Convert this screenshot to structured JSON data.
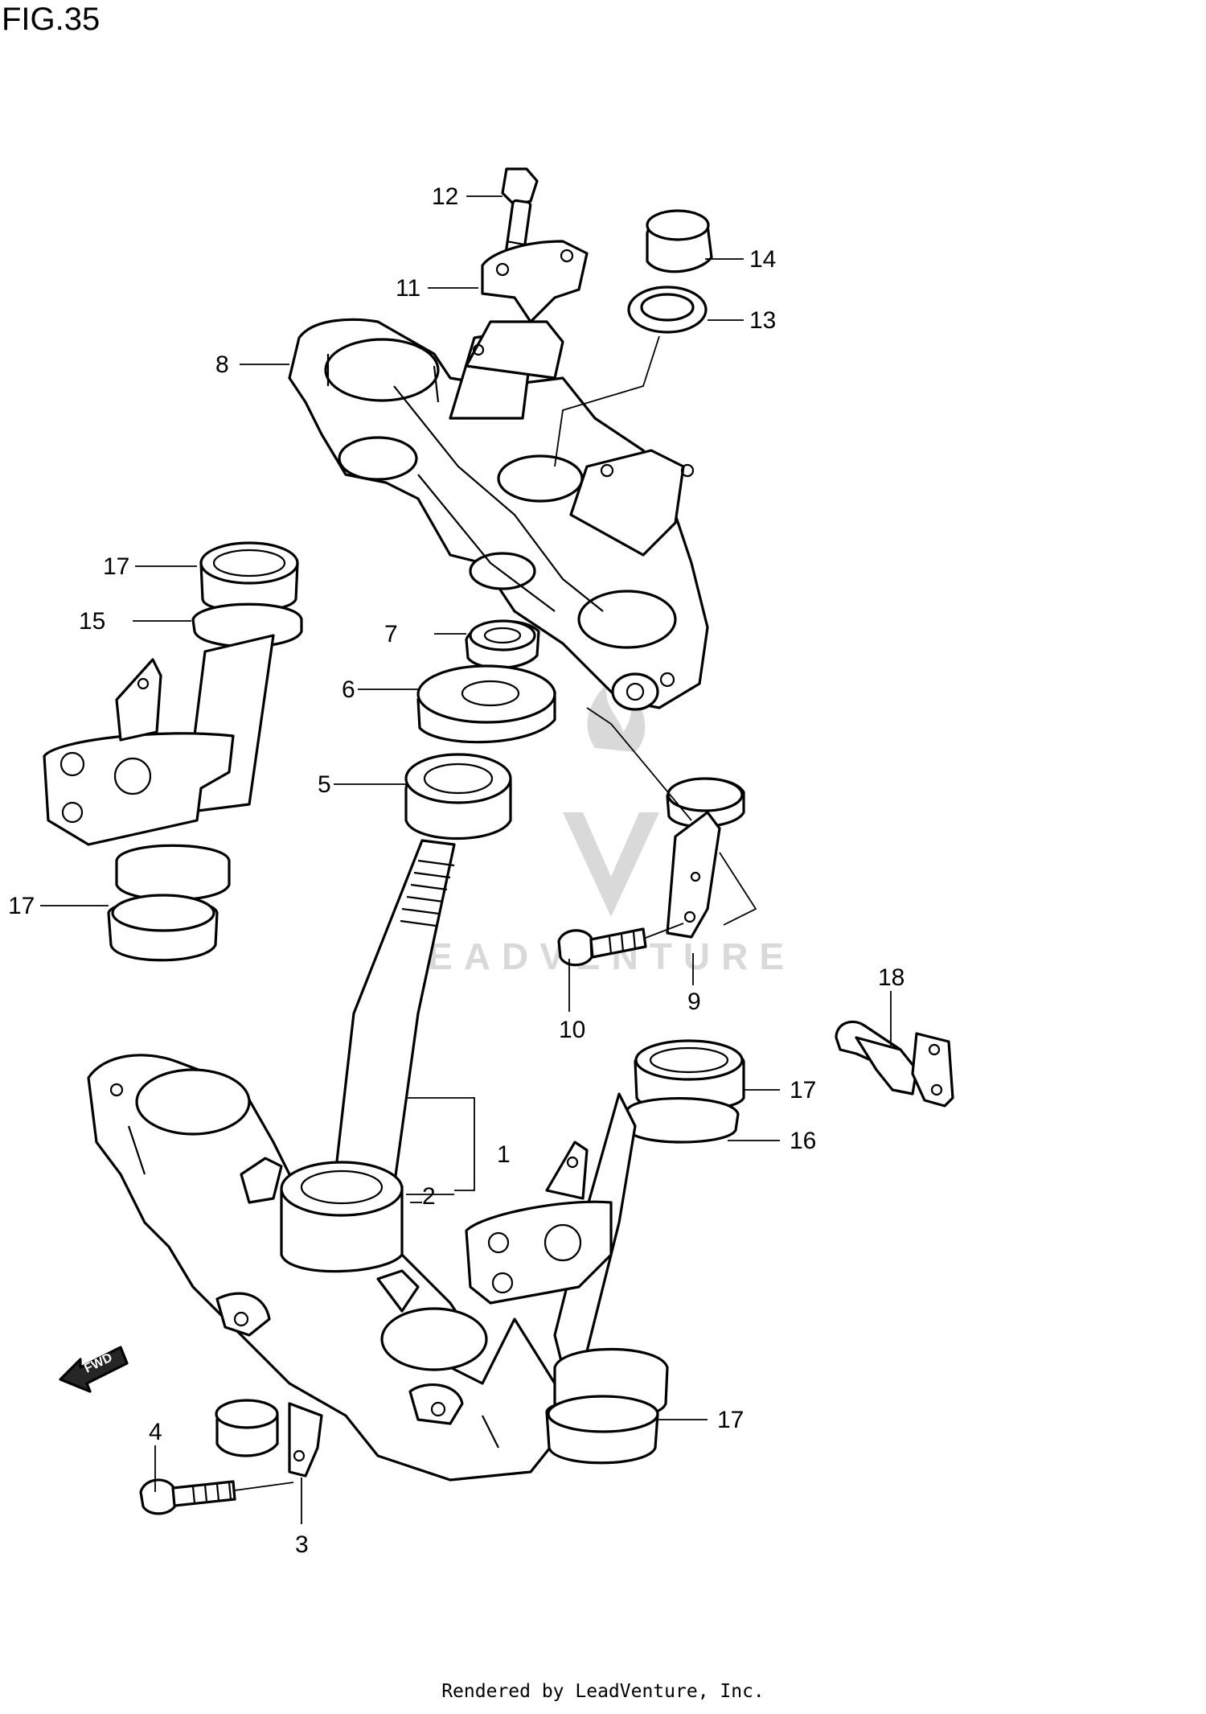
{
  "figure": {
    "title": "FIG.35",
    "credit": "Rendered by LeadVenture, Inc.",
    "watermark": "LEADVENTURE",
    "fwd_label": "FWD"
  },
  "callouts": [
    {
      "id": "c1",
      "text": "1"
    },
    {
      "id": "c2",
      "text": "2"
    },
    {
      "id": "c3",
      "text": "3"
    },
    {
      "id": "c4",
      "text": "4"
    },
    {
      "id": "c5",
      "text": "5"
    },
    {
      "id": "c6",
      "text": "6"
    },
    {
      "id": "c7",
      "text": "7"
    },
    {
      "id": "c8",
      "text": "8"
    },
    {
      "id": "c9",
      "text": "9"
    },
    {
      "id": "c10",
      "text": "10"
    },
    {
      "id": "c11",
      "text": "11"
    },
    {
      "id": "c12",
      "text": "12"
    },
    {
      "id": "c13",
      "text": "13"
    },
    {
      "id": "c14",
      "text": "14"
    },
    {
      "id": "c15",
      "text": "15"
    },
    {
      "id": "c16",
      "text": "16"
    },
    {
      "id": "c17",
      "text": "17"
    },
    {
      "id": "c18",
      "text": "18"
    }
  ]
}
